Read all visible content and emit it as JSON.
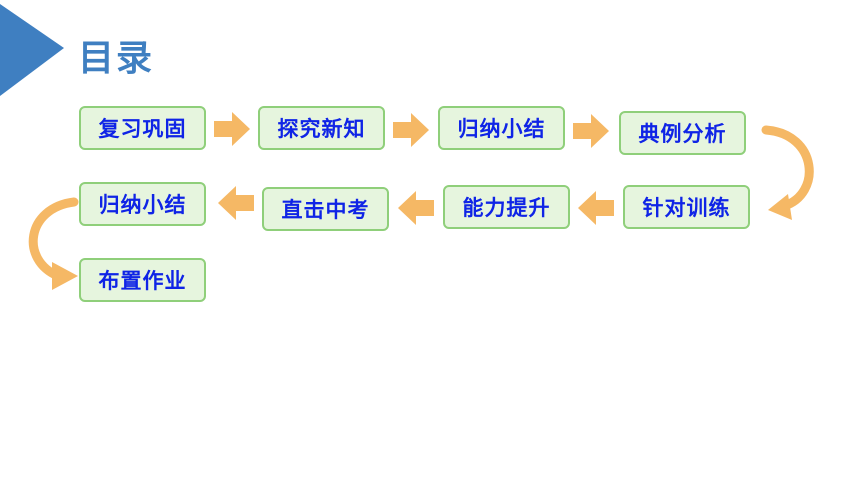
{
  "title": "目录",
  "steps": [
    {
      "label": "复习巩固"
    },
    {
      "label": "探究新知"
    },
    {
      "label": "归纳小结"
    },
    {
      "label": "典例分析"
    },
    {
      "label": "针对训练"
    },
    {
      "label": "能力提升"
    },
    {
      "label": "直击中考"
    },
    {
      "label": "归纳小结"
    },
    {
      "label": "布置作业"
    }
  ],
  "colors": {
    "title": "#3f7fc1",
    "accent_triangle": "#3f7fc1",
    "step_fill": "#e6f5de",
    "step_border": "#8fcf7a",
    "step_text": "#0f24e6",
    "arrow": "#f5b865"
  }
}
